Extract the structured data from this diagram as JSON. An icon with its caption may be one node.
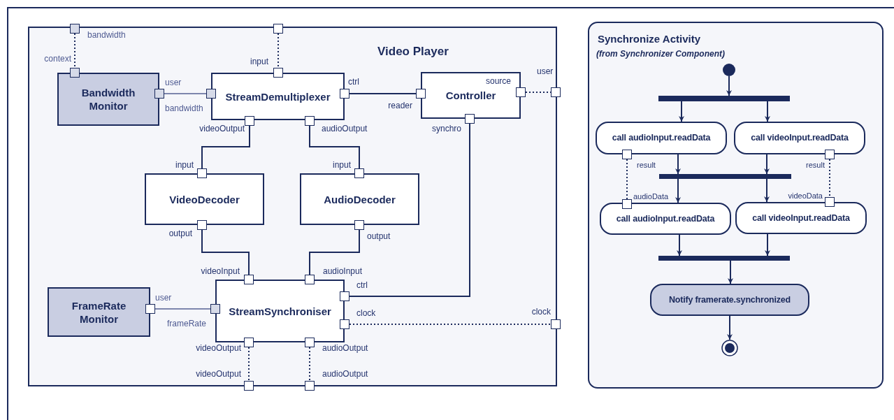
{
  "diagram": {
    "nodes": [
      {
        "text": [
          "Video Player"
        ]
      },
      {
        "text": [
          "Bandwidth Monitor"
        ],
        "in": 0
      },
      {
        "text": [
          "StreamDemultiplexer"
        ],
        "in": 0
      },
      {
        "text": [
          "Controller"
        ],
        "in": 0
      },
      {
        "text": [
          "VideoDecoder"
        ],
        "in": 0
      },
      {
        "text": [
          "AudioDecoder"
        ],
        "in": 0
      },
      {
        "text": [
          "FrameRate Monitor"
        ],
        "in": 0
      },
      {
        "text": [
          "StreamSynchroniser"
        ],
        "in": 0
      },
      {
        "text": [],
        "shape": "box",
        "beside": [
          "bandwidth"
        ]
      },
      {
        "text": [],
        "shape": "box",
        "in": 0,
        "beside": [
          "context"
        ]
      },
      {
        "text": [],
        "shape": "box",
        "in": 0,
        "beside": [
          "user"
        ]
      },
      {
        "text": [],
        "shape": "box",
        "in": 0,
        "beside": [
          "bandwidth"
        ]
      },
      {
        "text": [],
        "shape": "box"
      },
      {
        "text": [],
        "shape": "box",
        "in": 0,
        "beside": [
          "input"
        ]
      },
      {
        "text": [],
        "shape": "box",
        "in": 0,
        "beside": [
          "ctrl"
        ]
      },
      {
        "text": [],
        "shape": "box",
        "in": 0,
        "beside": [
          "reader"
        ]
      },
      {
        "text": [],
        "shape": "box",
        "in": 0
      },
      {
        "text": [],
        "shape": "box",
        "beside": [
          "user"
        ]
      },
      {
        "text": [],
        "shape": "box",
        "in": 0,
        "beside": [
          "videoOutput"
        ]
      },
      {
        "text": [],
        "shape": "box",
        "in": 0,
        "beside": [
          "audioOutput"
        ]
      },
      {
        "text": [],
        "shape": "box",
        "in": 0,
        "beside": [
          "synchro"
        ]
      },
      {
        "text": [],
        "shape": "box",
        "in": 0,
        "beside": [
          "input"
        ]
      },
      {
        "text": [],
        "shape": "box",
        "in": 0,
        "beside": [
          "input"
        ]
      },
      {
        "text": [],
        "shape": "box",
        "in": 0,
        "beside": [
          "output"
        ]
      },
      {
        "text": [],
        "shape": "box",
        "in": 0,
        "beside": [
          "output"
        ]
      },
      {
        "text": [],
        "shape": "box",
        "in": 0,
        "beside": [
          "videoInput"
        ]
      },
      {
        "text": [],
        "shape": "box",
        "in": 0,
        "beside": [
          "audioInput"
        ]
      },
      {
        "text": [],
        "shape": "box",
        "in": 0,
        "beside": [
          "ctrl"
        ]
      },
      {
        "text": [],
        "shape": "box",
        "in": 0,
        "beside": [
          "user"
        ]
      },
      {
        "text": [],
        "shape": "box",
        "in": 0,
        "beside": [
          "frameRate"
        ]
      },
      {
        "text": [],
        "shape": "box",
        "in": 0,
        "beside": [
          "clock"
        ]
      },
      {
        "text": [],
        "shape": "box",
        "beside": [
          "clock"
        ]
      },
      {
        "text": [],
        "shape": "box",
        "in": 0,
        "beside": [
          "videoOutput"
        ]
      },
      {
        "text": [],
        "shape": "box",
        "in": 0
      },
      {
        "text": [],
        "shape": "box",
        "beside": [
          "videoOutput"
        ]
      },
      {
        "text": [],
        "shape": "box",
        "beside": [
          "audioOutput"
        ]
      },
      {
        "text": [
          "Synchronize Activity",
          "(from Synchronizer Component)"
        ]
      },
      {
        "text": [],
        "shape": "circle",
        "in": 36
      },
      {
        "text": [],
        "shape": "bar",
        "in": 36
      },
      {
        "text": [
          "call audioInput.readData"
        ],
        "in": 36
      },
      {
        "text": [
          "call videoInput.readData"
        ],
        "in": 36
      },
      {
        "text": [],
        "shape": "bar",
        "in": 36
      },
      {
        "text": [
          "call audioInput.readData"
        ],
        "in": 36
      },
      {
        "text": [
          "call videoInput.readData"
        ],
        "in": 36
      },
      {
        "text": [],
        "shape": "bar",
        "in": 36
      },
      {
        "text": [
          "Notify framerate.synchronized"
        ],
        "in": 36
      },
      {
        "text": [],
        "shape": "bullseye",
        "in": 36
      },
      {
        "text": [],
        "shape": "box",
        "in": 36,
        "beside": [
          "result"
        ]
      },
      {
        "text": [],
        "shape": "box",
        "in": 36,
        "beside": [
          "audioData"
        ]
      },
      {
        "text": [],
        "shape": "box",
        "in": 36,
        "beside": [
          "result"
        ]
      },
      {
        "text": [],
        "shape": "box",
        "in": 36,
        "beside": [
          "videoData"
        ]
      }
    ],
    "edges": [
      {
        "from": 8,
        "to": 9,
        "arrow": "none",
        "style": "dashed"
      },
      {
        "from": 10,
        "to": 11,
        "arrow": "none",
        "color": "#7d86ad"
      },
      {
        "from": 12,
        "to": 13,
        "arrow": "none",
        "style": "dashed"
      },
      {
        "from": 14,
        "to": 15,
        "arrow": "none"
      },
      {
        "from": 16,
        "to": 17,
        "arrow": "none",
        "style": "dashed"
      },
      {
        "from": 18,
        "to": 21,
        "arrow": "none"
      },
      {
        "from": 19,
        "to": 22,
        "arrow": "none"
      },
      {
        "from": 23,
        "to": 25,
        "arrow": "none"
      },
      {
        "from": 24,
        "to": 26,
        "arrow": "none"
      },
      {
        "from": 20,
        "to": 27,
        "arrow": "none"
      },
      {
        "from": 28,
        "to": 29,
        "arrow": "none",
        "color": "#7d86ad"
      },
      {
        "from": 30,
        "to": 31,
        "arrow": "none",
        "style": "dashed"
      },
      {
        "from": 32,
        "to": 34,
        "arrow": "none",
        "style": "dashed"
      },
      {
        "from": 33,
        "to": 35,
        "arrow": "none",
        "style": "dashed"
      },
      {
        "from": 37,
        "to": 38,
        "arrow": "to"
      },
      {
        "from": 38,
        "to": 39,
        "arrow": "to"
      },
      {
        "from": 38,
        "to": 40,
        "arrow": "to"
      },
      {
        "from": 39,
        "to": 41,
        "arrow": "to"
      },
      {
        "from": 40,
        "to": 41,
        "arrow": "to"
      },
      {
        "from": 41,
        "to": 42,
        "arrow": "to"
      },
      {
        "from": 41,
        "to": 43,
        "arrow": "to"
      },
      {
        "from": 42,
        "to": 44,
        "arrow": "to"
      },
      {
        "from": 43,
        "to": 44,
        "arrow": "to"
      },
      {
        "from": 44,
        "to": 45,
        "arrow": "to"
      },
      {
        "from": 45,
        "to": 46,
        "arrow": "to"
      },
      {
        "from": 47,
        "to": 48,
        "arrow": "none",
        "style": "dashed"
      },
      {
        "from": 49,
        "to": 50,
        "arrow": "none",
        "style": "dashed"
      }
    ],
    "labels": [
      "source",
      "audioOutput"
    ]
  }
}
